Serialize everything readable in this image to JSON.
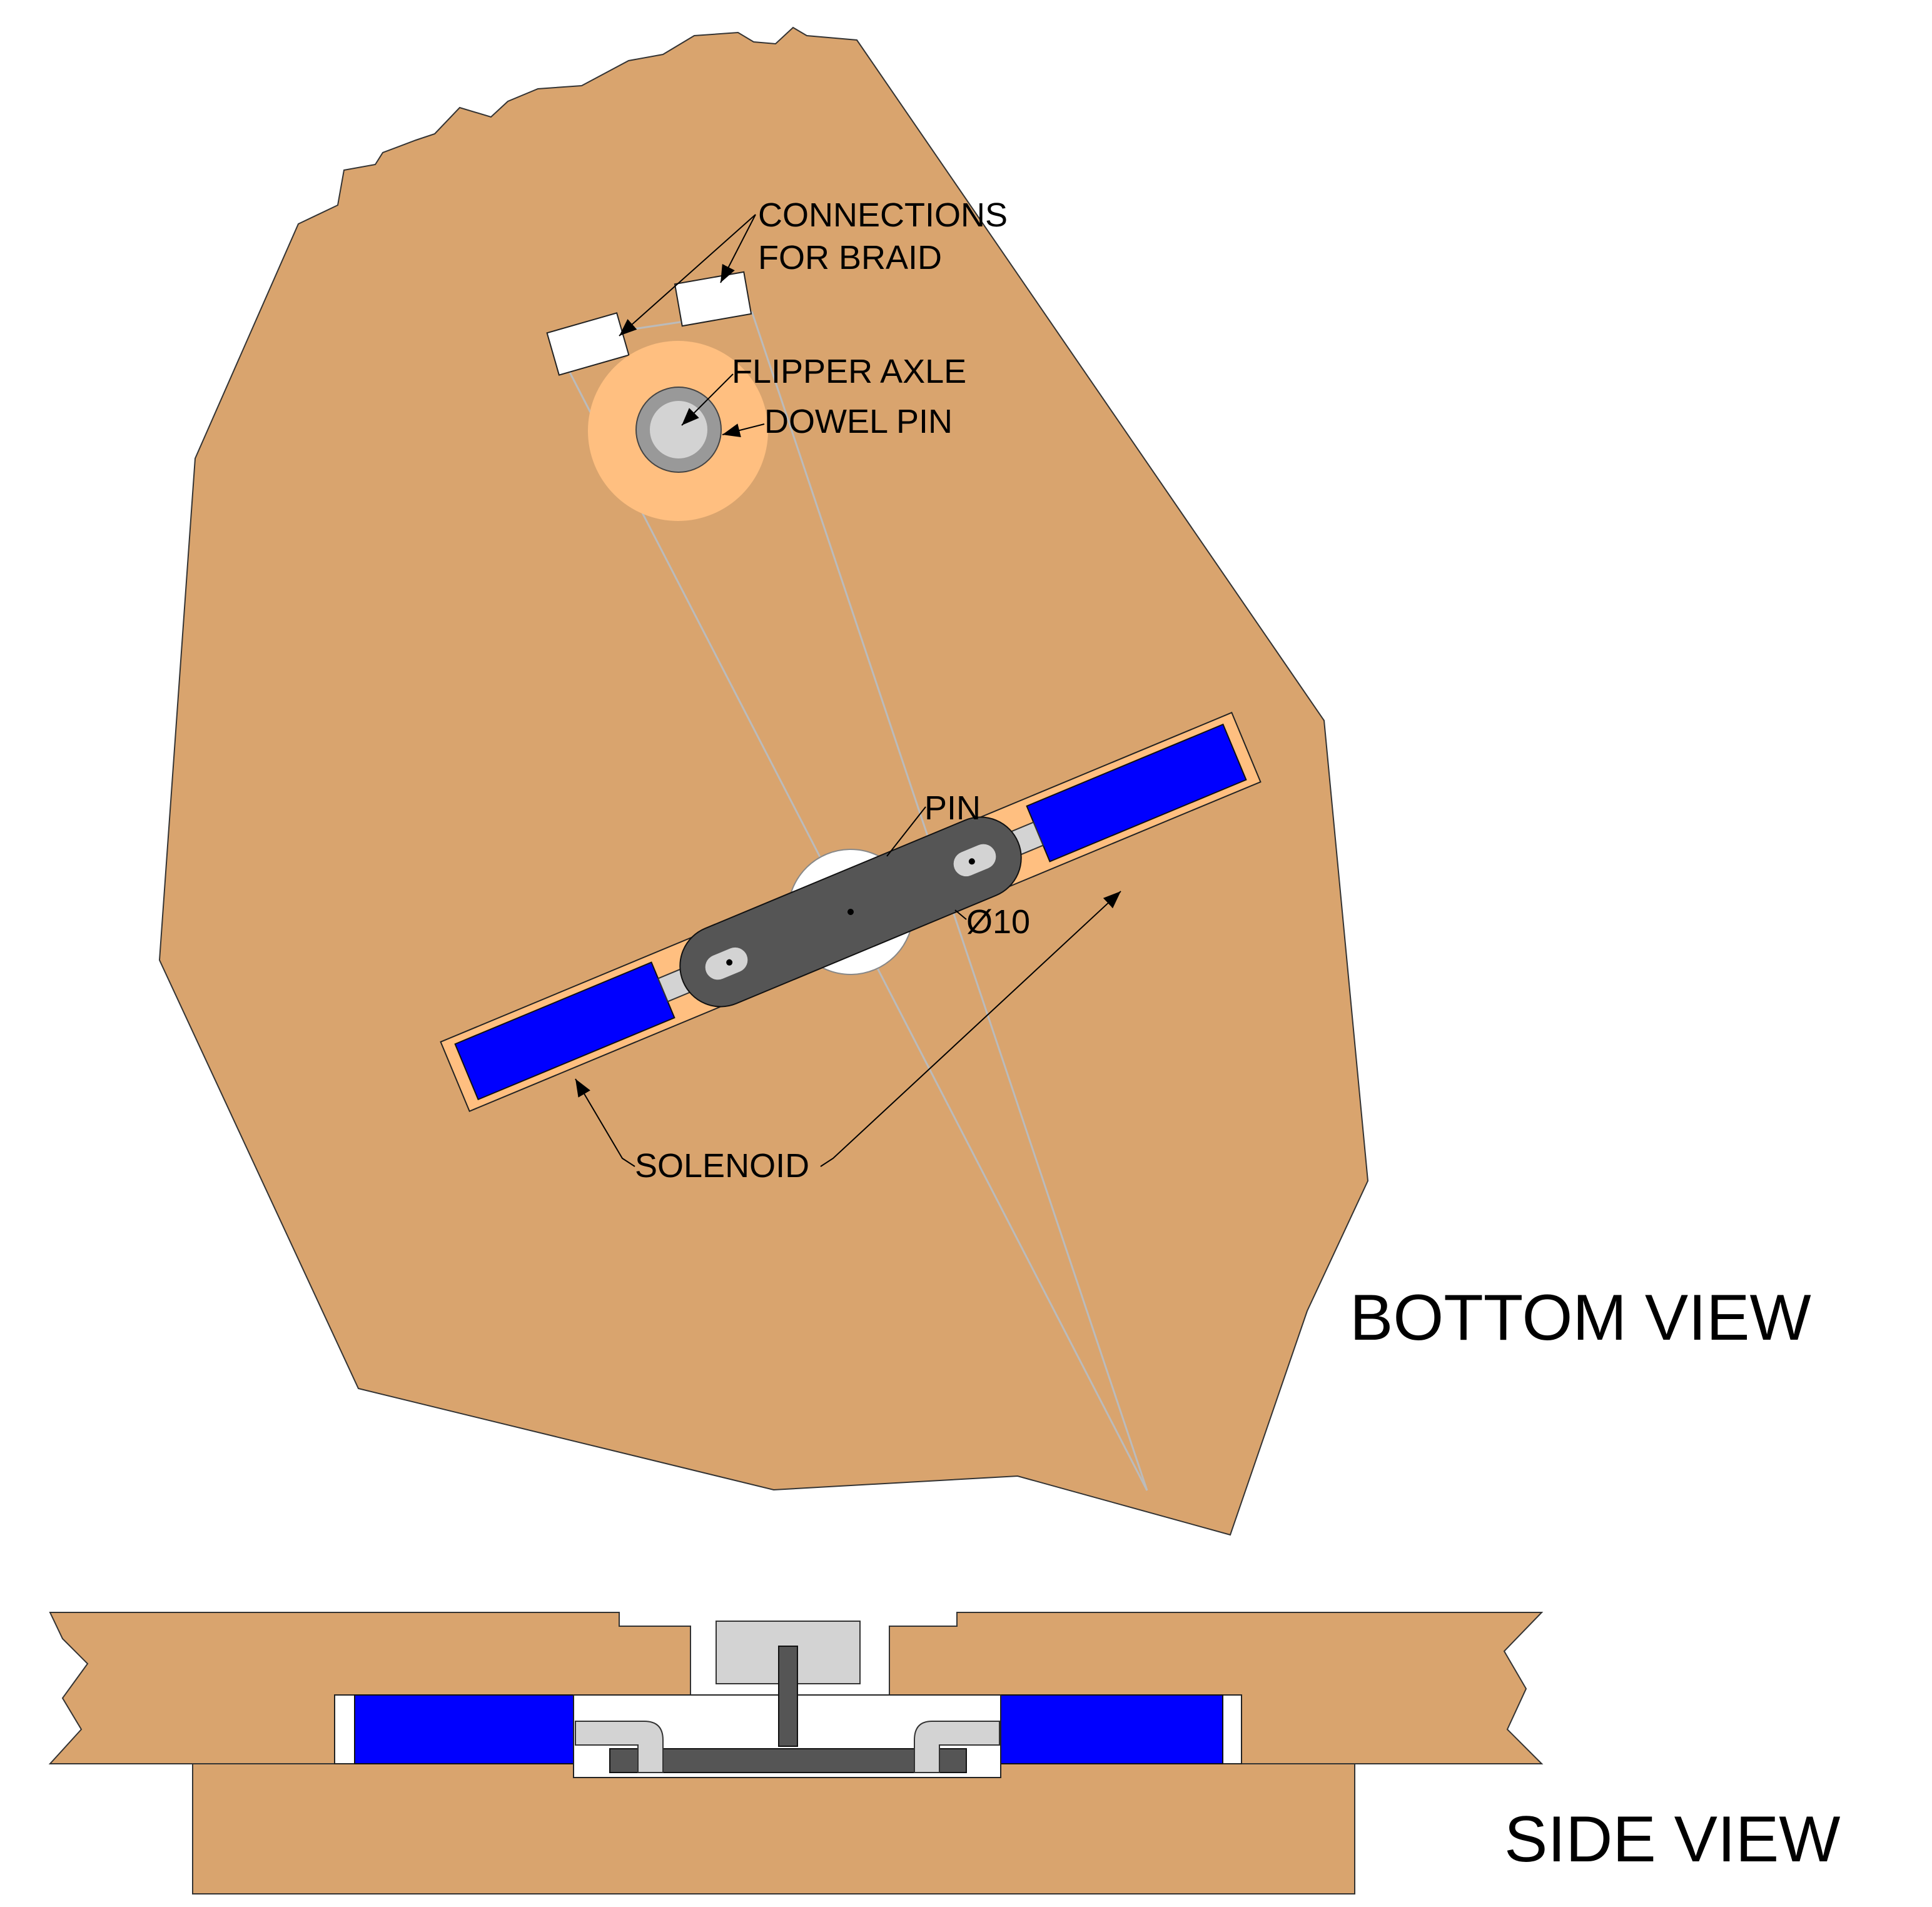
{
  "labels": {
    "connections_line1": "CONNECTIONS",
    "connections_line2": "FOR BRAID",
    "flipper_axle": "FLIPPER AXLE",
    "dowel_pin": "DOWEL PIN",
    "pin": "PIN",
    "diameter": "Ø10",
    "solenoid": "SOLENOID"
  },
  "views": {
    "bottom_title": "BOTTOM VIEW",
    "side_title": "SIDE VIEW"
  },
  "colors": {
    "wood": "#d9a46e",
    "coil": "#0000ff",
    "link_bar": "#555555",
    "plunger": "#d3d3d3",
    "axle_disc": "#ffbf80",
    "dowel_ring": "#999999",
    "clearance": "#ffffff"
  }
}
